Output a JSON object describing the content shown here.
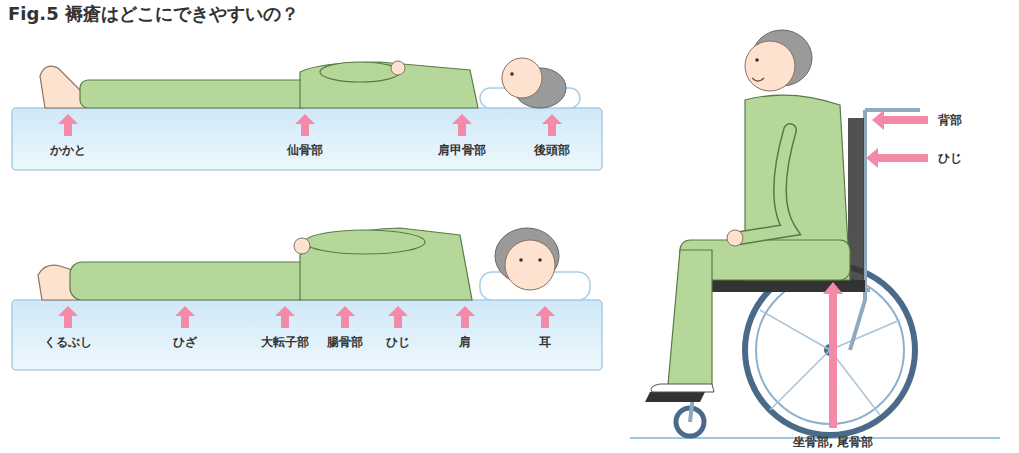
{
  "diagram": {
    "title": "Fig.5 褥瘡はどこにできやすいの？",
    "labels": [
      "かかと",
      "仙骨部",
      "肩甲骨部",
      "後頭部",
      "くるぶし",
      "ひざ",
      "大転子部",
      "腸骨部",
      "ひじ",
      "肩",
      "耳",
      "背部",
      "ひじ",
      "坐骨部, 尾骨部"
    ]
  }
}
